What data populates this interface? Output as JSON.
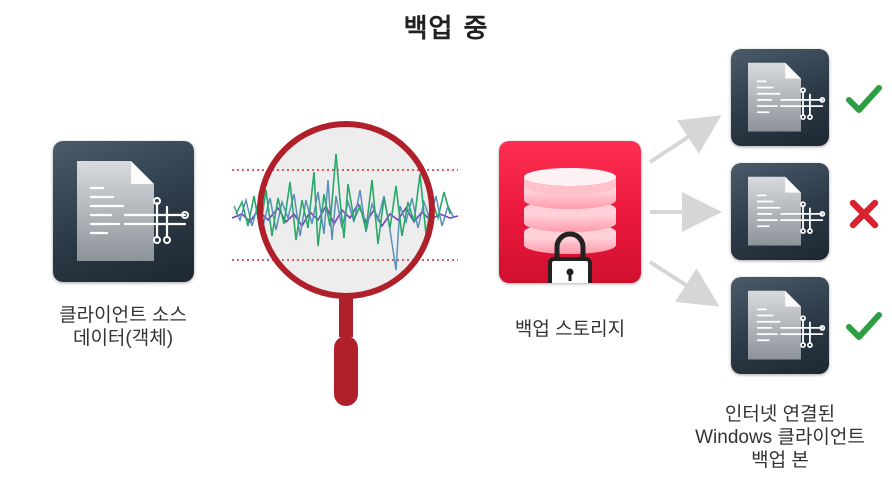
{
  "title": "백업 중",
  "source": {
    "label_line1": "클라이언트 소스",
    "label_line2": "데이터(객체)"
  },
  "storage": {
    "label": "백업 스토리지"
  },
  "targets": {
    "label_line1": "인터넷 연결된",
    "label_line2": "Windows 클라이언트",
    "label_line3": "백업 본",
    "items": [
      {
        "status": "success"
      },
      {
        "status": "failure"
      },
      {
        "status": "success"
      }
    ]
  },
  "colors": {
    "tile": "#2c3a47",
    "magnifier": "#b0202a",
    "storage": "#e8183c",
    "check": "#2e9e44",
    "cross": "#d8232f"
  }
}
